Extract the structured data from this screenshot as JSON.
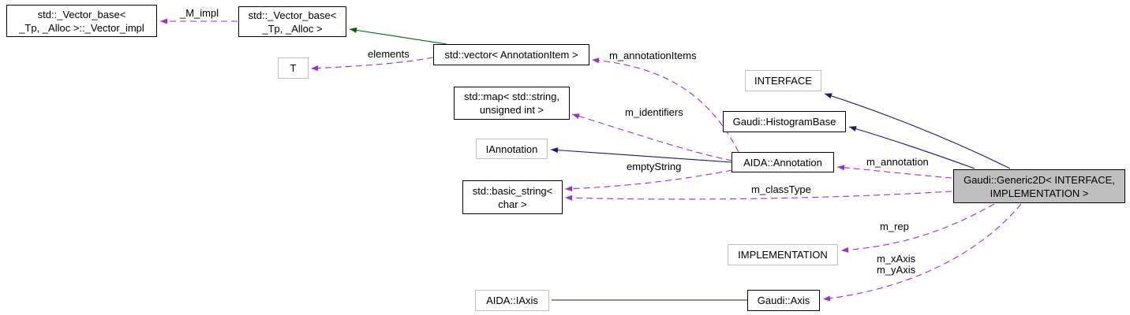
{
  "diagram": {
    "type": "collaboration-graph",
    "colors": {
      "usage_edge": "#9932cc",
      "public_inheritance_edge": "#191970",
      "protected_inheritance_edge": "#006400",
      "node_fill": "#ffffff",
      "node_border": "#000000",
      "external_node_border": "#c0c0c0",
      "current_node_fill": "#bfbfbf"
    },
    "nodes": [
      {
        "line1": "std::_Vector_base<",
        "line2": "_Tp, _Alloc >::_Vector_impl"
      },
      {
        "line1": "std::_Vector_base<",
        "line2": "_Tp, _Alloc >"
      },
      {
        "line1": "T"
      },
      {
        "line1": "std::vector< AnnotationItem >"
      },
      {
        "line1": "std::map< std::string,",
        "line2": "unsigned int >"
      },
      {
        "line1": "IAnnotation"
      },
      {
        "line1": "AIDA::Annotation"
      },
      {
        "line1": "INTERFACE"
      },
      {
        "line1": "Gaudi::HistogramBase"
      },
      {
        "line1": "Gaudi::Generic2D< INTERFACE,",
        "line2": "IMPLEMENTATION >"
      },
      {
        "line1": "std::basic_string<",
        "line2": "char >"
      },
      {
        "line1": "IMPLEMENTATION"
      },
      {
        "line1": "AIDA::IAxis"
      },
      {
        "line1": "Gaudi::Axis"
      }
    ],
    "edge_labels": [
      {
        "line1": "_M_impl"
      },
      {
        "line1": "elements"
      },
      {
        "line1": "m_annotationItems"
      },
      {
        "line1": "m_identifiers"
      },
      {
        "line1": "emptyString"
      },
      {
        "line1": "m_annotation"
      },
      {
        "line1": "m_classType"
      },
      {
        "line1": "m_rep"
      },
      {
        "line1": "m_xAxis",
        "line2": "m_yAxis"
      }
    ]
  }
}
